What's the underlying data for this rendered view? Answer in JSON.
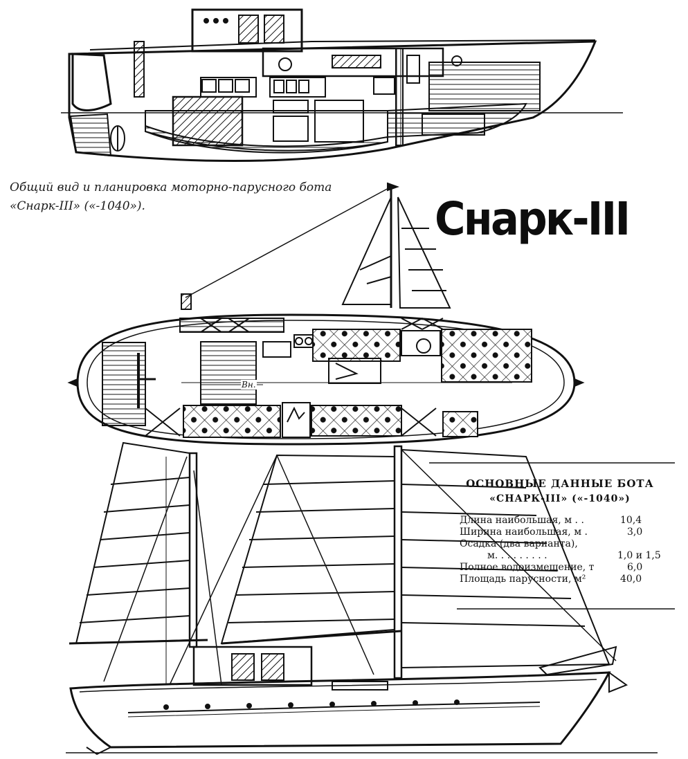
{
  "caption": {
    "line1": "Общий вид и планировка моторно-парусного бота",
    "line2": "«Снарк-III» («-1040»)."
  },
  "title": "Снарк-III",
  "plan_labels": {
    "vn": "Вн."
  },
  "specs": {
    "heading_line1": "ОСНОВНЫЕ ДАННЫЕ БОТА",
    "heading_line2": "«СНАРК-III» («-1040»)",
    "rows": [
      {
        "label": "Длина наибольшая, м .   .",
        "value": "10,4"
      },
      {
        "label": "Ширина наибольшая, м .",
        "value": "3,0"
      },
      {
        "label": "Осадка (два варианта),",
        "value": ""
      },
      {
        "label": "м.   .   .   .   .   .   .   .   .",
        "value": "1,0 и 1,5"
      },
      {
        "label": "Полное водоизмещение, т",
        "value": "6,0"
      },
      {
        "label": "Площадь парусности, м²",
        "value": "40,0"
      }
    ]
  },
  "colors": {
    "ink": "#111111",
    "paper": "#ffffff"
  }
}
